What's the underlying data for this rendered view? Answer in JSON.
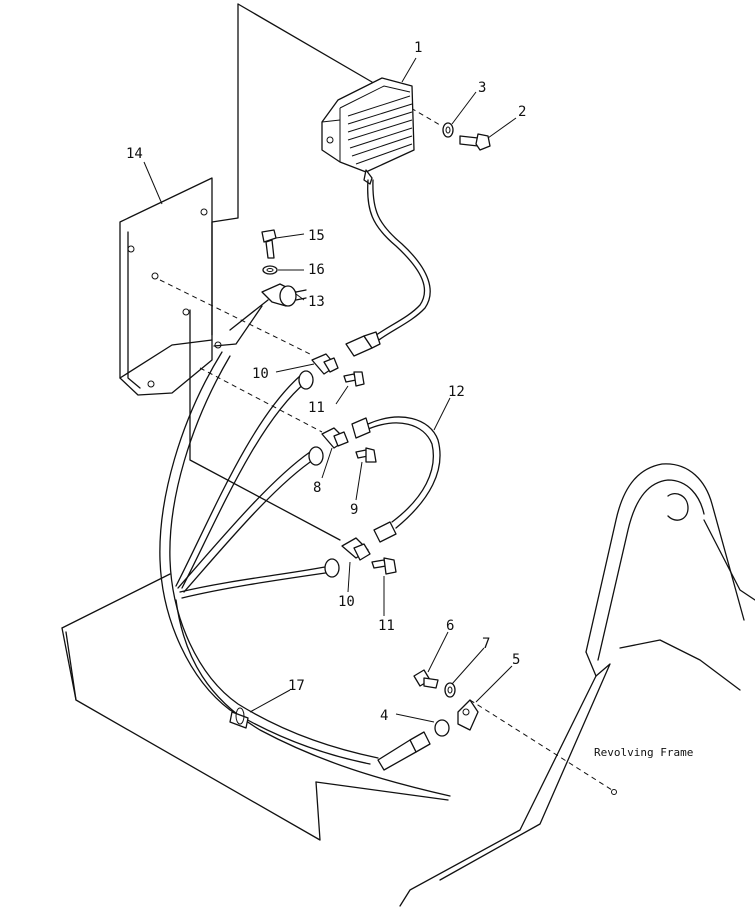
{
  "callouts": {
    "c1": "1",
    "c2": "2",
    "c3": "3",
    "c4": "4",
    "c5": "5",
    "c6": "6",
    "c7": "7",
    "c8": "8",
    "c9": "9",
    "c10a": "10",
    "c10b": "10",
    "c11a": "11",
    "c11b": "11",
    "c12": "12",
    "c13": "13",
    "c14": "14",
    "c15": "15",
    "c16": "16",
    "c17": "17"
  },
  "annotations": {
    "revolving_frame": "Revolving Frame"
  }
}
